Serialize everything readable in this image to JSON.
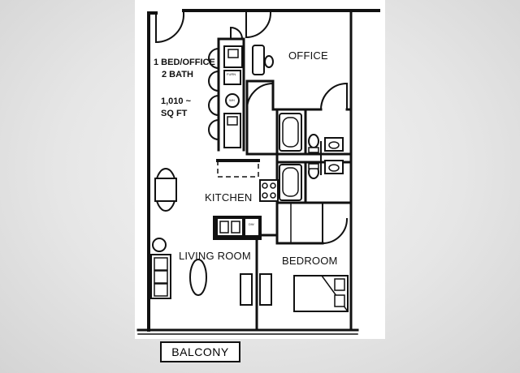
{
  "unit": {
    "bed_line": "1 BED/OFFICE",
    "bath_line": "2 BATH",
    "size_line1": "1,010 ~",
    "size_line2": "SQ FT"
  },
  "rooms": {
    "office": "OFFICE",
    "kitchen": "KITCHEN",
    "living_room": "LIVING ROOM",
    "bedroom": "BEDROOM",
    "balcony": "BALCONY"
  },
  "fixtures": {
    "furnace": "FURN",
    "water_heater": "WH",
    "dishwasher": "DW"
  },
  "colors": {
    "paper": "#ffffff",
    "backdrop": "#e4e4e4",
    "ink": "#111111"
  }
}
